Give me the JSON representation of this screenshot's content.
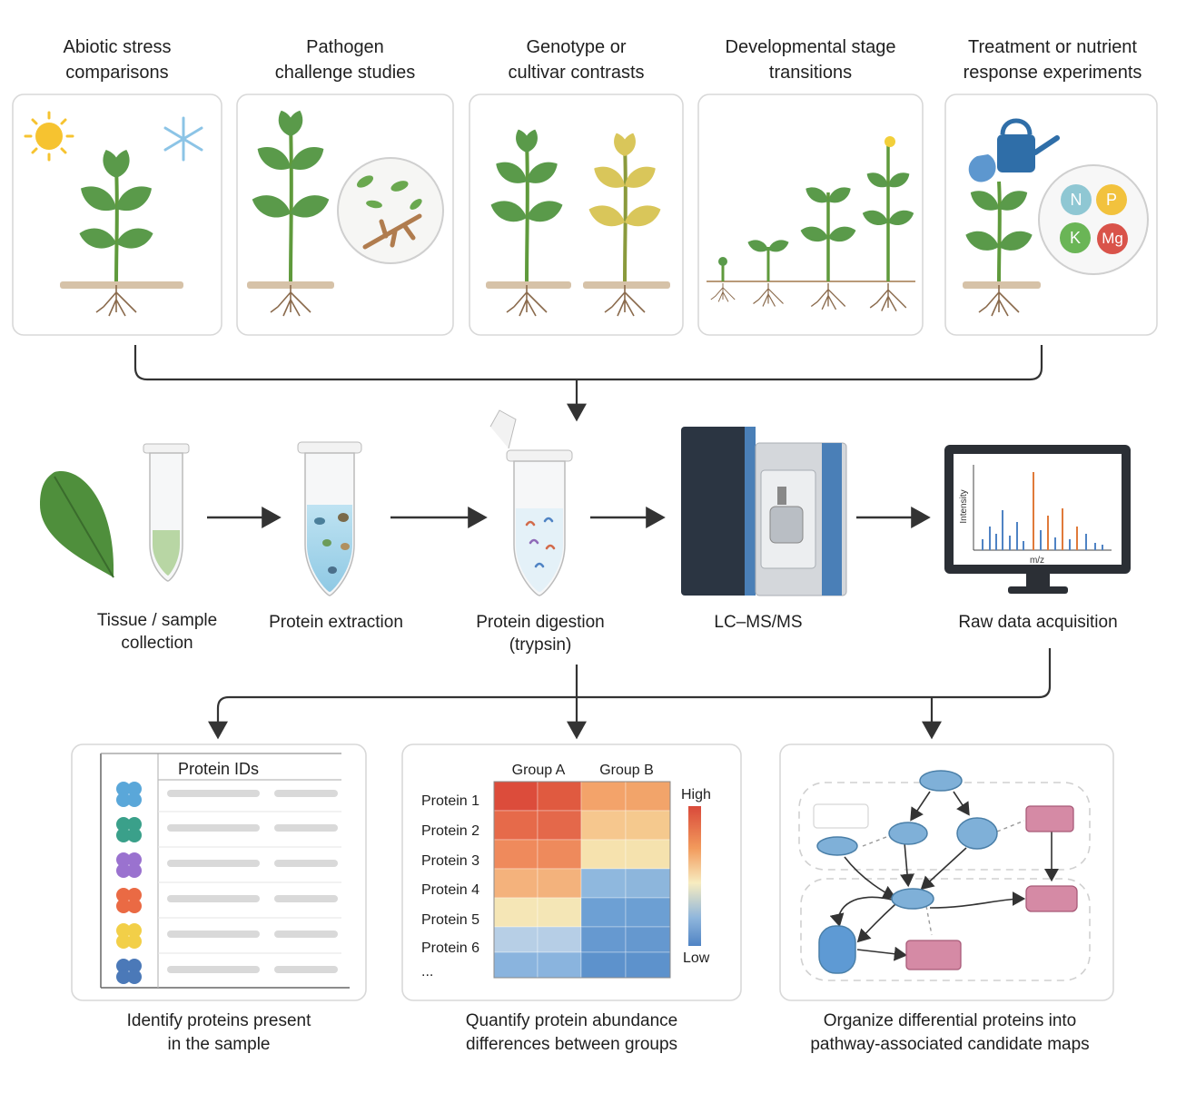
{
  "conditions": [
    {
      "title": "Abiotic stress\ncomparisons"
    },
    {
      "title": "Pathogen\nchallenge studies"
    },
    {
      "title": "Genotype or\ncultivar contrasts"
    },
    {
      "title": "Developmental stage\ntransitions"
    },
    {
      "title": "Treatment or nutrient\nresponse experiments"
    }
  ],
  "nutrients": {
    "n": "N",
    "p": "P",
    "k": "K",
    "mg": "Mg"
  },
  "pipeline": [
    {
      "label": "Tissue / sample\ncollection"
    },
    {
      "label": "Protein extraction"
    },
    {
      "label": "Protein digestion\n(trypsin)"
    },
    {
      "label": "LC–MS/MS"
    },
    {
      "label": "Raw data acquisition"
    }
  ],
  "spectrum": {
    "ylabel": "Intensity",
    "xlabel": "m/z"
  },
  "identification": {
    "header": "Protein IDs",
    "caption": "Identify proteins present\nin the sample"
  },
  "quantification": {
    "groups": [
      "Group A",
      "Group B"
    ],
    "rows": [
      "Protein 1",
      "Protein 2",
      "Protein 3",
      "Protein 4",
      "Protein 5",
      "Protein 6",
      "..."
    ],
    "scale_high": "High",
    "scale_low": "Low",
    "caption": "Quantify protein abundance\ndifferences between groups"
  },
  "pathway": {
    "caption": "Organize differential proteins into\npathway-associated candidate maps"
  },
  "colors": {
    "leaf": "#5a9a4a",
    "stem": "#5f9a3c",
    "soil": "#b99a78",
    "arrow": "#333333",
    "node_blue": "#7fb0d8",
    "node_pink": "#d58aa5"
  }
}
